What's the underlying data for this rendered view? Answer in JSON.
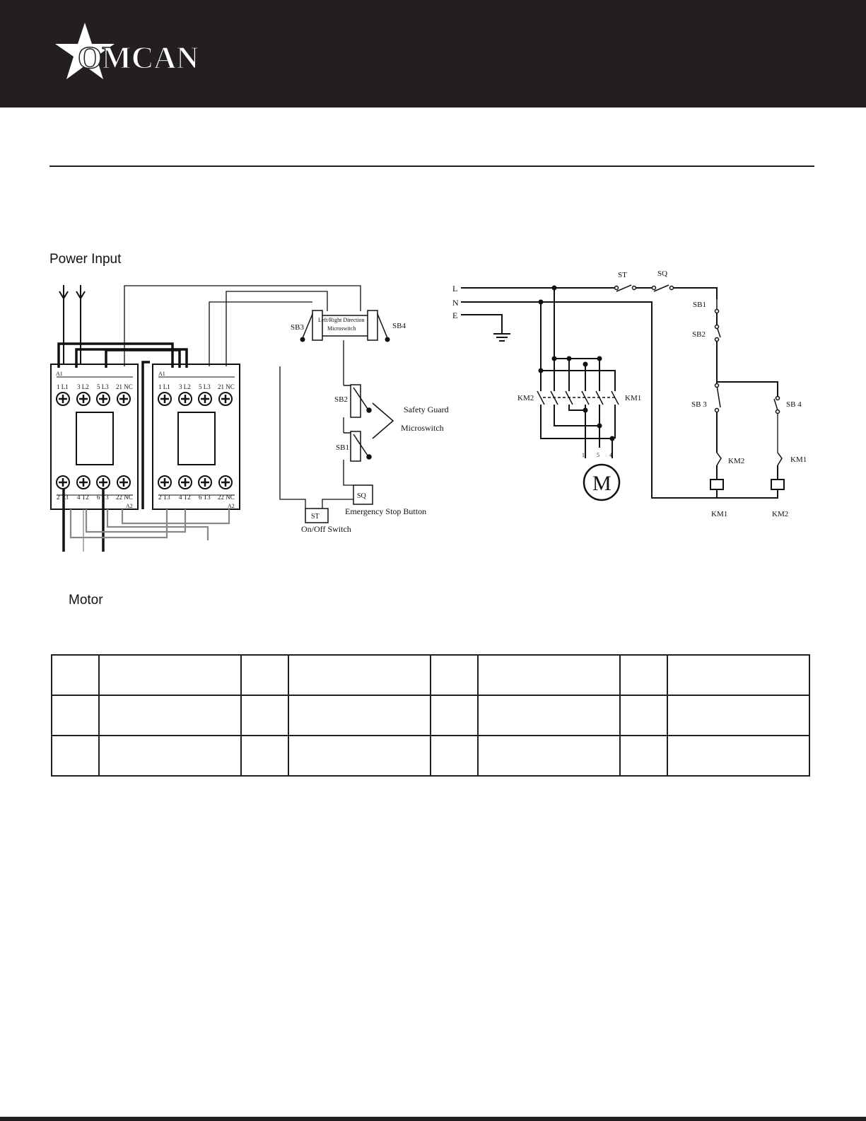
{
  "brand": {
    "name": "OMCAN",
    "header_color": "#231f20"
  },
  "labels": {
    "power_input": "Power Input",
    "motor": "Motor",
    "direction_switch_l1": "Left/Right Direction",
    "direction_switch_l2": "Microswitch",
    "safety_guard_l1": "Safety Guard",
    "safety_guard_l2": "Microswitch",
    "emergency_stop": "Emergency Stop Button",
    "on_off": "On/Off Switch"
  },
  "wiring": {
    "motor_leads": [
      "1",
      "5",
      "4"
    ],
    "sb3": "SB3",
    "sb4": "SB4",
    "sb2": "SB2",
    "sb1": "SB1",
    "sq": "SQ",
    "st": "ST",
    "terminals_top": [
      "1 L1",
      "3 L2",
      "5 L3",
      "21 NC"
    ],
    "terminals_bottom": [
      "2 T3",
      "4 T2",
      "6 T3",
      "22 NC"
    ],
    "a1": "A1",
    "a2": "A2"
  },
  "schematic": {
    "lines": [
      "L",
      "N",
      "E"
    ],
    "st": "ST",
    "sq": "SQ",
    "sb1": "SB1",
    "sb2": "SB2",
    "sb3": "SB 3",
    "sb4": "SB 4",
    "km1": "KM1",
    "km2": "KM2",
    "motor": "M",
    "motor_terminals": [
      "1",
      "5",
      "4"
    ]
  },
  "spec_table": {
    "rows": 3,
    "cols": 8
  }
}
